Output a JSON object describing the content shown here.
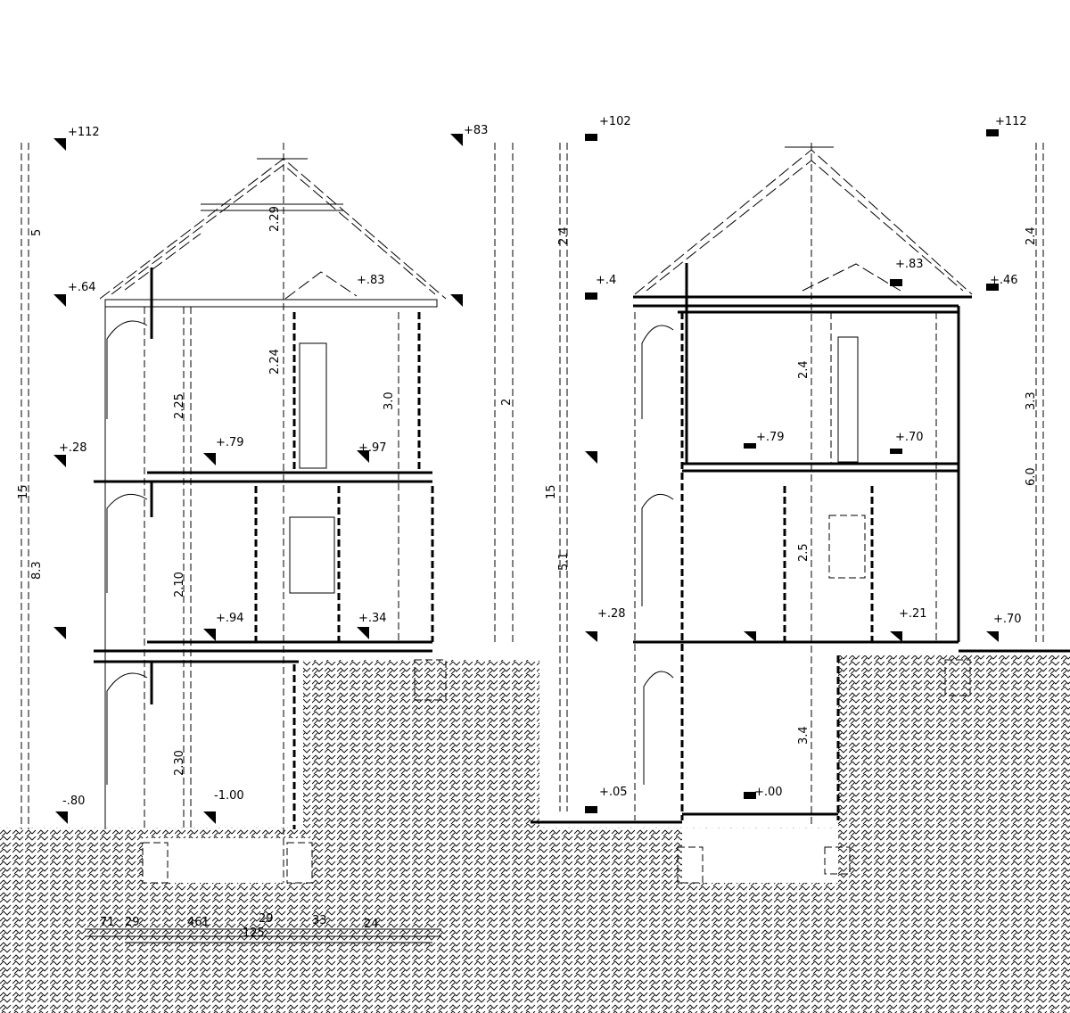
{
  "drawing": {
    "type": "building-cross-sections",
    "line_color": "#000000",
    "background": "#ffffff",
    "ground_hatch": "zigzag-soil"
  },
  "left_section": {
    "levels": [
      "+112",
      "+83",
      "+.83",
      "+.64",
      "+.79",
      "+.97",
      "+.28",
      "+.94",
      "+.34",
      "-.80",
      "-1.00"
    ],
    "dims": [
      "5",
      "2",
      "8.3",
      "15",
      "2.25",
      "2.24",
      "2.29",
      "2.10",
      "2.30",
      "3.0"
    ],
    "bottom_dims": [
      "71",
      "29",
      "461",
      "29",
      "33",
      "24",
      "125"
    ]
  },
  "right_section": {
    "levels": [
      "+112",
      "+102",
      "+.46",
      "+.4",
      "+.83",
      "+.79",
      "+.70",
      "+.28",
      "+.21",
      "+.05",
      "+.00",
      "+.70"
    ],
    "dims": [
      "2.4",
      "2.4",
      "3.3",
      "5.1",
      "15",
      "6.0",
      "2.4",
      "2.5",
      "3.4"
    ]
  }
}
